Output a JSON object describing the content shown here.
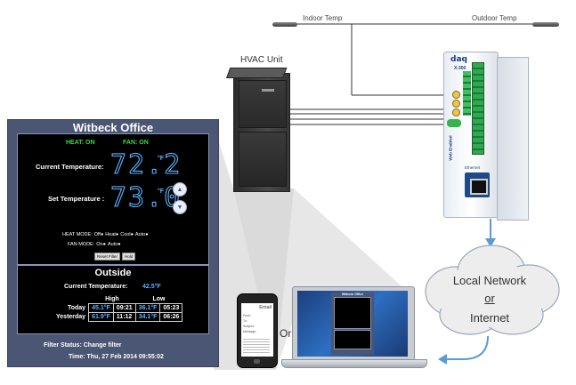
{
  "labels": {
    "indoor_temp": "Indoor Temp",
    "outdoor_temp": "Outdoor Temp",
    "hvac_unit": "HVAC Unit",
    "device_model": "X-300",
    "device_brand": "daq",
    "device_side_text": "Web Enabled",
    "ethernet_label": "Ethernet",
    "network_line1": "Local Network",
    "network_line2": "or",
    "network_line3": "Internet",
    "or_label": "Or"
  },
  "panel": {
    "title": "Witbeck Office",
    "heat_status": "HEAT: ON",
    "fan_status": "FAN: ON",
    "current_temp_label": "Current Temperature:",
    "current_temp_value": "72.2",
    "set_temp_label": "Set Temperature :",
    "set_temp_value": "73.0",
    "unit": "°F",
    "heat_mode_label": "HEAT MODE:",
    "heat_mode_options": [
      "Off",
      "Heat",
      "Cool",
      "Auto"
    ],
    "fan_mode_label": "FAN MODE:",
    "fan_mode_options": [
      "On",
      "Auto"
    ],
    "reset_filter_button": "Reset Filter",
    "hold_button": "Hold",
    "outside": {
      "title": "Outside",
      "current_temp_label": "Current Temperature:",
      "current_temp_value": "42.5°F",
      "col_high": "High",
      "col_low": "Low",
      "rows": [
        {
          "day": "Today",
          "high_temp": "45.1°F",
          "high_time": "09:21",
          "low_temp": "36.1°F",
          "low_time": "05:23"
        },
        {
          "day": "Yesterday",
          "high_temp": "61.9°F",
          "high_time": "11:12",
          "low_temp": "34.1°F",
          "low_time": "06:26"
        }
      ]
    },
    "filter_status_label": "Filter Status:",
    "filter_status_value": "Change filter",
    "time_label": "Time:",
    "time_value": "Thu, 27 Feb 2014 09:55:02"
  },
  "phone": {
    "title": "Email",
    "fields": [
      "From:",
      "To:",
      "Subject:",
      "Message:"
    ]
  },
  "laptop_screen": {
    "title": "Witbeck Office"
  },
  "colors": {
    "panel_bg": "#4b5574",
    "digit_blue": "#5db2ff",
    "status_green": "#39d84a",
    "network_arrow": "#5b9bd5"
  }
}
